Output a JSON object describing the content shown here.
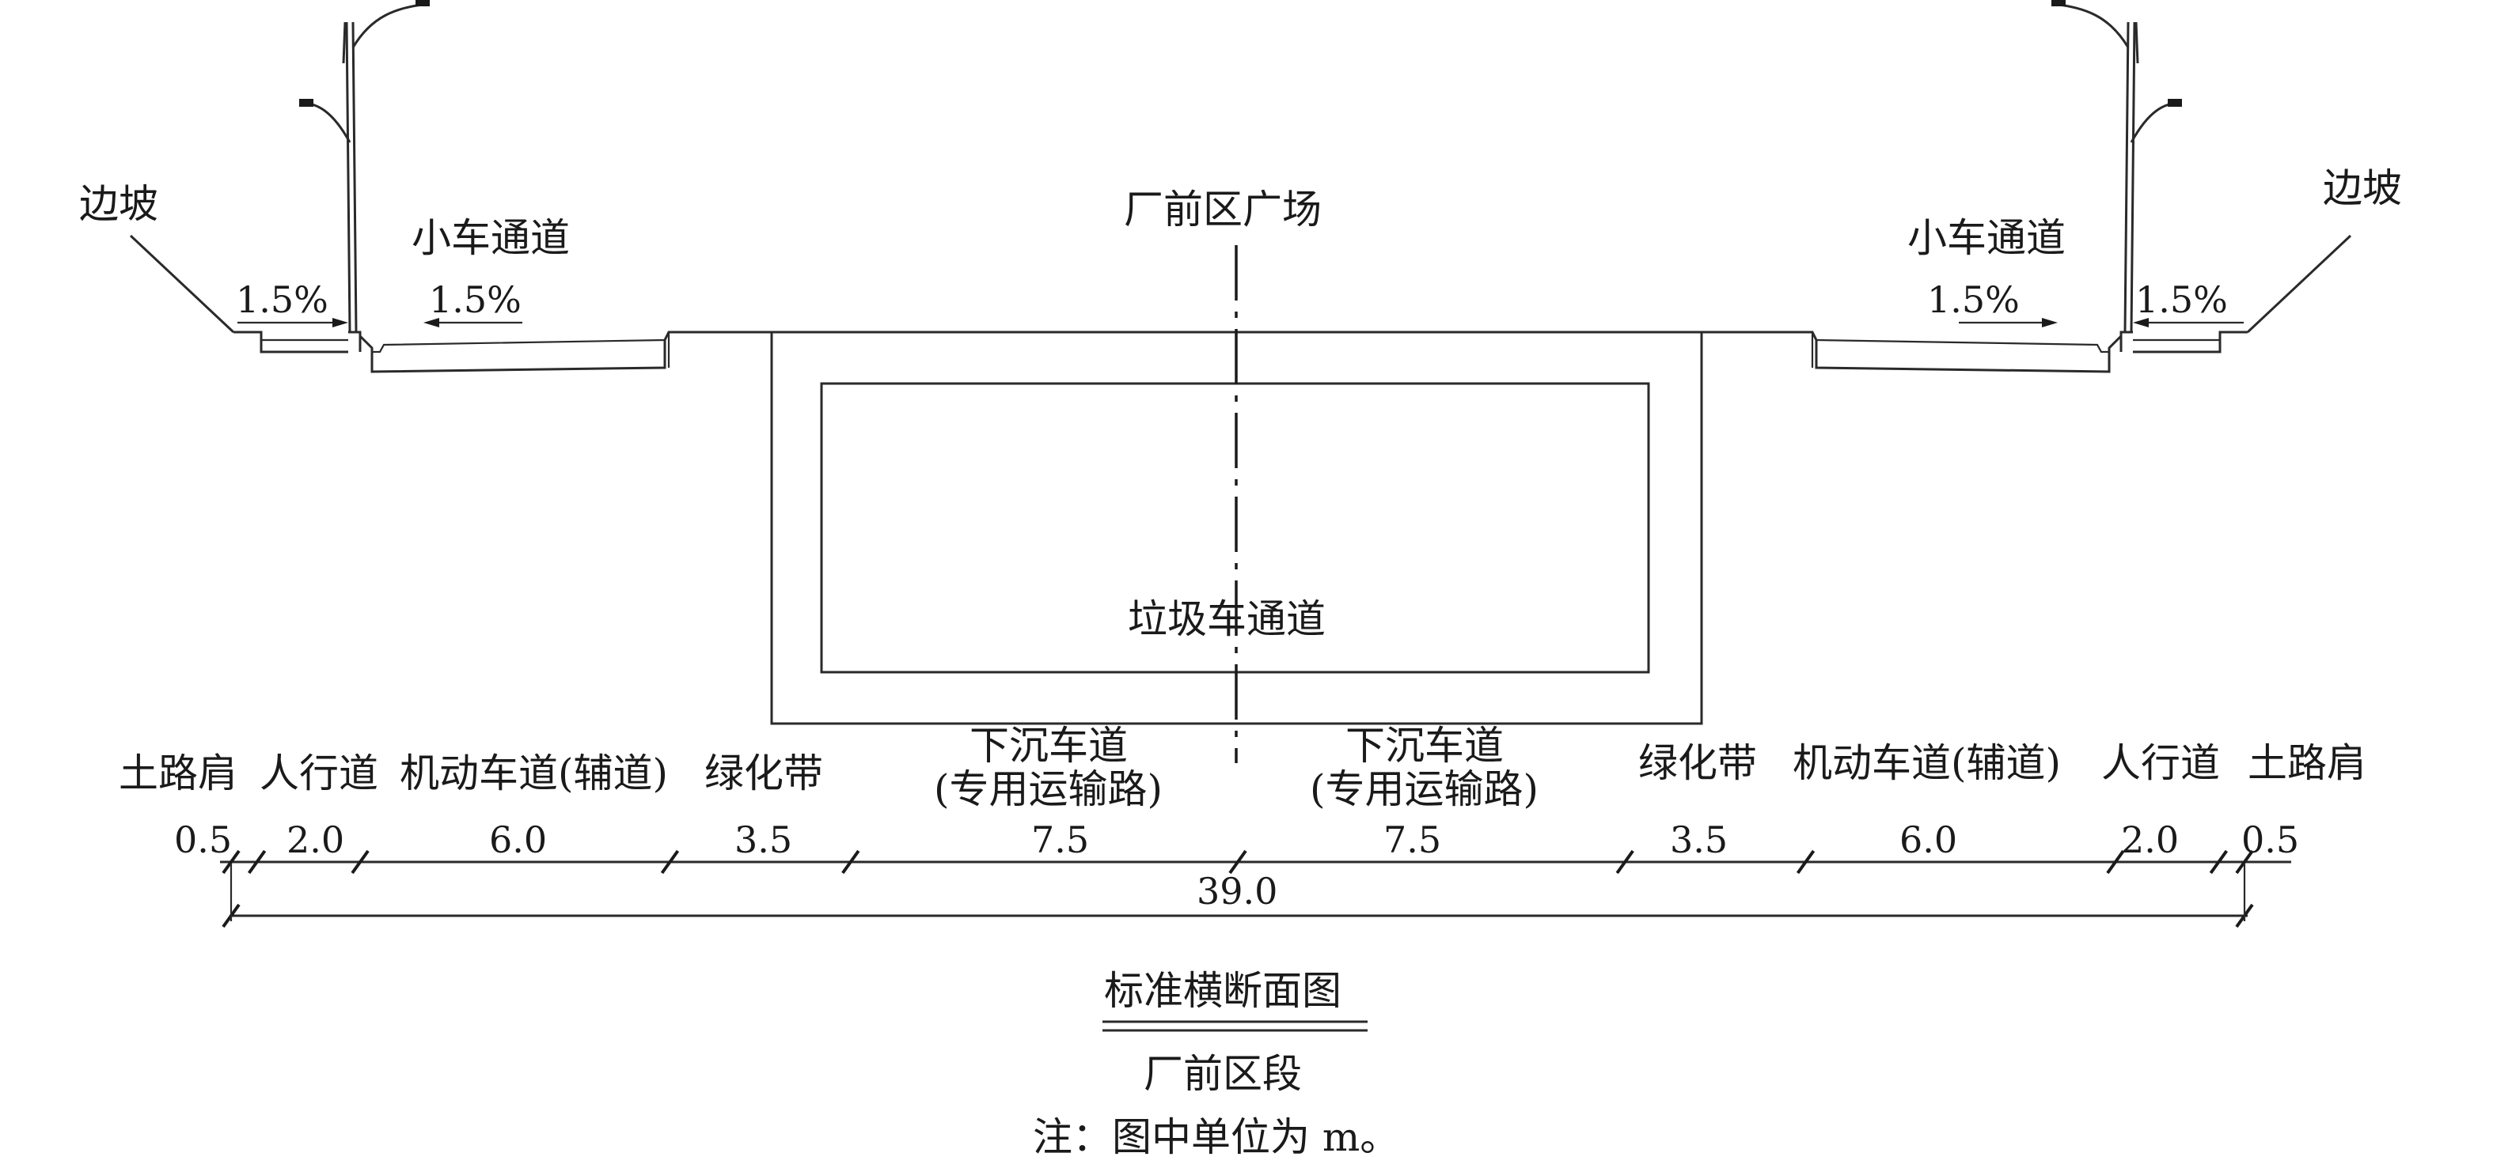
{
  "labels": {
    "slope_left": "边坡",
    "slope_right": "边坡",
    "car_lane_left": "小车通道",
    "car_lane_right": "小车通道",
    "plaza": "厂前区广场",
    "tunnel": "垃圾车通道",
    "grade": "1.5%"
  },
  "sections": [
    {
      "name": "土路肩",
      "width": "0.5"
    },
    {
      "name": "人行道",
      "width": "2.0"
    },
    {
      "name": "机动车道(辅道)",
      "width": "6.0"
    },
    {
      "name": "绿化带",
      "width": "3.5"
    },
    {
      "name": "下沉车道",
      "name2": "(专用运输路)",
      "width": "7.5"
    },
    {
      "name": "下沉车道",
      "name2": "(专用运输路)",
      "width": "7.5"
    },
    {
      "name": "绿化带",
      "width": "3.5"
    },
    {
      "name": "机动车道(辅道)",
      "width": "6.0"
    },
    {
      "name": "人行道",
      "width": "2.0"
    },
    {
      "name": "土路肩",
      "width": "0.5"
    }
  ],
  "total_width": "39.0",
  "caption": {
    "title": "标准横断面图",
    "subtitle": "厂前区段",
    "note": "注：图中单位为 m。"
  }
}
